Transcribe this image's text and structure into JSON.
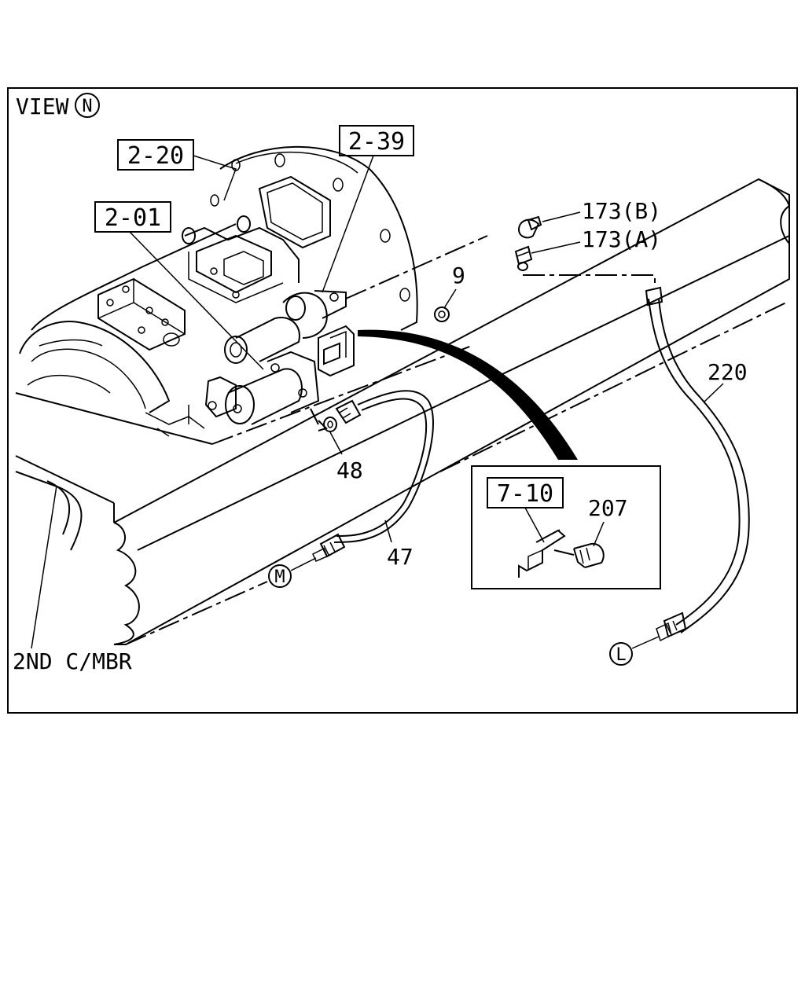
{
  "diagram": {
    "view_label": "VIEW",
    "view_marker": "N",
    "boxed_refs": {
      "ref_2_20": "2-20",
      "ref_2_39": "2-39",
      "ref_2_01": "2-01",
      "ref_7_10": "7-10"
    },
    "part_labels": {
      "p173b": "173(B)",
      "p173a": "173(A)",
      "p9": "9",
      "p220": "220",
      "p48": "48",
      "p47": "47",
      "p207": "207"
    },
    "connector_markers": {
      "m": "M",
      "l": "L"
    },
    "member_label": "2ND C/MBR"
  }
}
